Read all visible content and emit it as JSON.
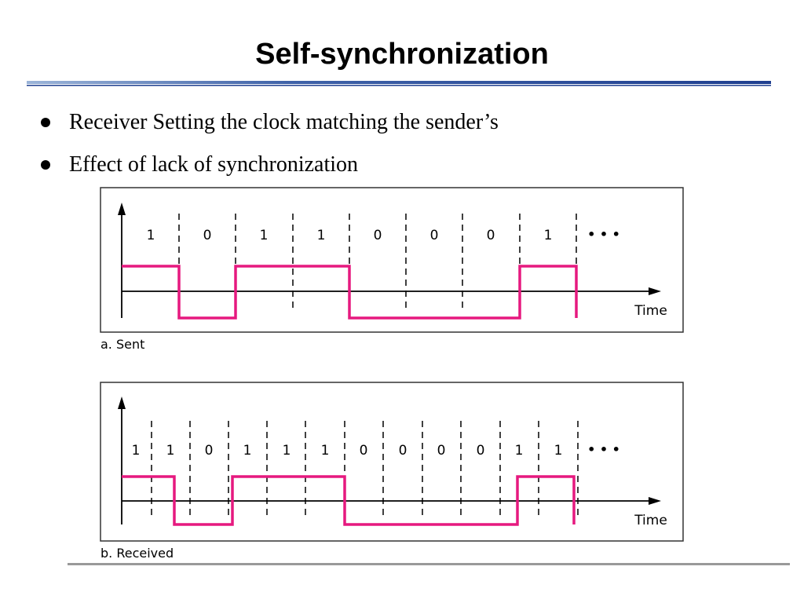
{
  "slide": {
    "title": "Self-synchronization",
    "bullets": [
      "Receiver Setting the clock matching the sender’s",
      "Effect of lack of synchronization"
    ]
  },
  "colors": {
    "signal": "#e6197f",
    "rule_blue": "#1f3f8f",
    "rule_light": "#9bb4d8",
    "bottom_rule": "#999999"
  },
  "panels": [
    {
      "caption": "a. Sent",
      "axis_label": "Time",
      "ellipsis": "• • •",
      "bits": [
        "1",
        "0",
        "1",
        "1",
        "0",
        "0",
        "0",
        "1"
      ]
    },
    {
      "caption": "b. Received",
      "axis_label": "Time",
      "ellipsis": "• • •",
      "bits": [
        "1",
        "1",
        "0",
        "1",
        "1",
        "1",
        "0",
        "0",
        "0",
        "0",
        "1",
        "1"
      ]
    }
  ]
}
